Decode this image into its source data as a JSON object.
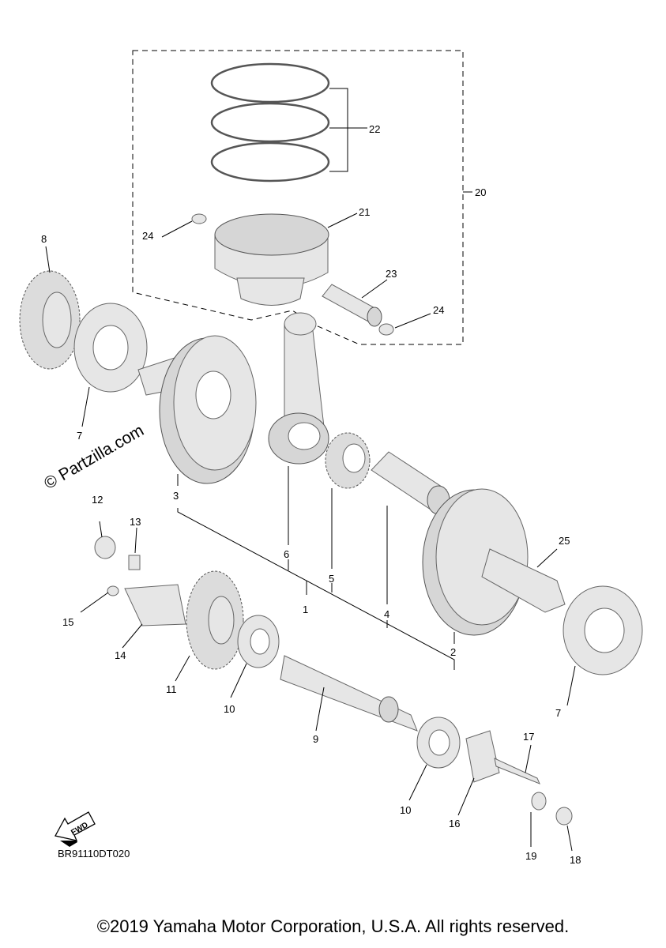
{
  "diagram": {
    "code": "BR91110DT020",
    "fwd_label": "FWD",
    "watermark": "© Partzilla.com",
    "copyright": "©2019 Yamaha Motor Corporation, U.S.A. All rights reserved.",
    "callouts": [
      "1",
      "2",
      "3",
      "4",
      "5",
      "6",
      "7",
      "7",
      "8",
      "9",
      "10",
      "10",
      "11",
      "12",
      "13",
      "14",
      "15",
      "16",
      "17",
      "18",
      "19",
      "20",
      "21",
      "22",
      "23",
      "24",
      "24",
      "25"
    ]
  }
}
